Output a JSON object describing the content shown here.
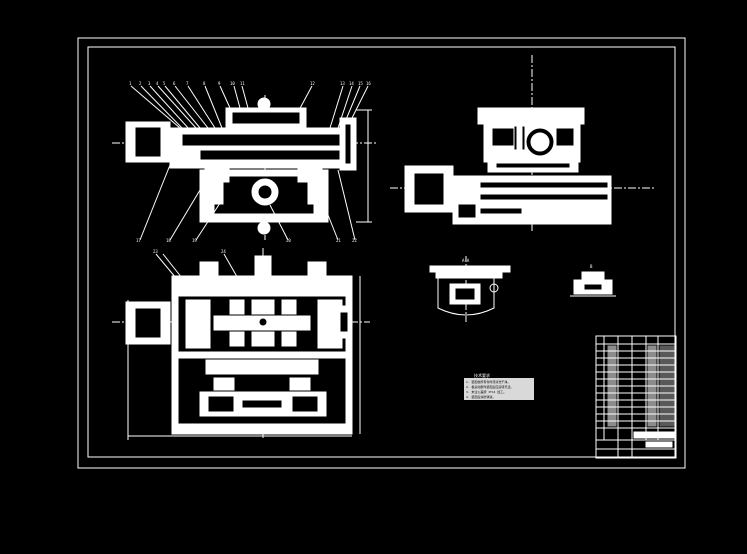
{
  "drawing": {
    "background": "#000000",
    "line_color": "#ffffff",
    "section_labels": [
      "A-A",
      "B"
    ],
    "balloon_labels": [
      "1",
      "2",
      "3",
      "4",
      "5",
      "6",
      "7",
      "8",
      "9",
      "10",
      "11",
      "12",
      "13",
      "14",
      "15",
      "16",
      "17",
      "18",
      "19",
      "20",
      "21",
      "22",
      "23",
      "24"
    ],
    "tech_notes_title": "技术要求",
    "tech_notes": [
      "1. 装配前所有零件须清洗干净。",
      "2. 各运动部件装配后应运转灵活。",
      "3. 未注公差按 IT14 加工。",
      "4. 装配后涂防锈漆。"
    ],
    "title_block": {
      "rows": 14
    }
  }
}
